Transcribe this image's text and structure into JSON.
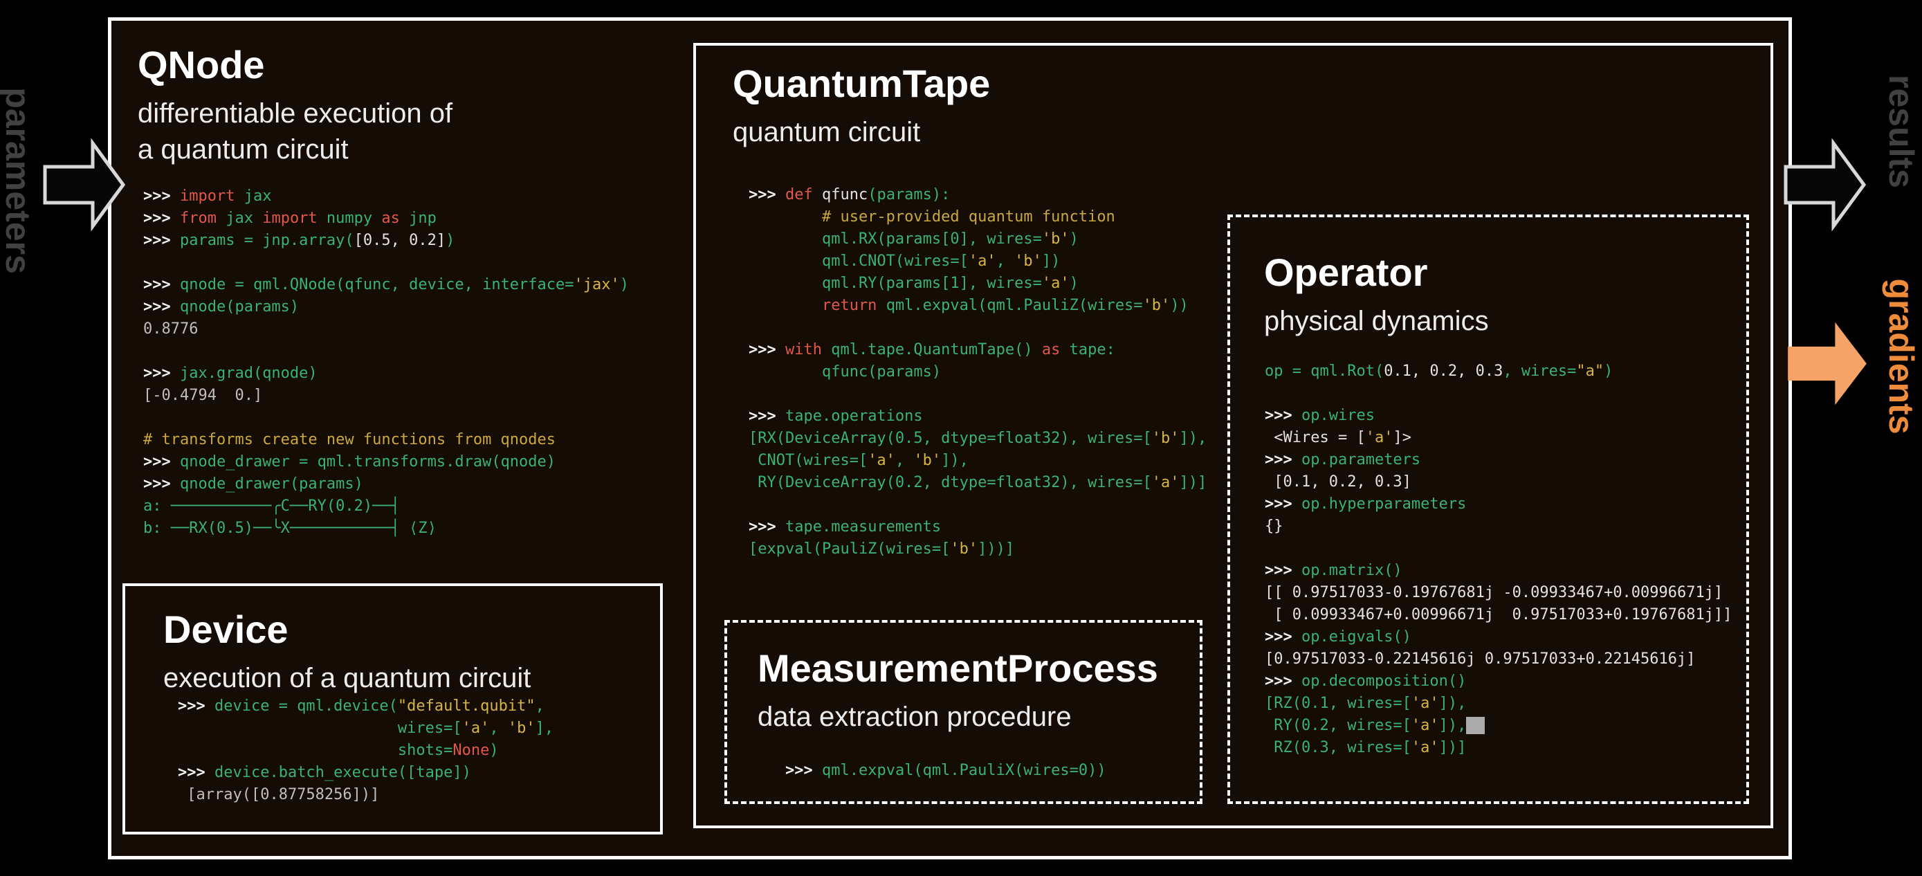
{
  "flow": {
    "parameters": "parameters",
    "results": "results",
    "gradients": "gradients"
  },
  "colors": {
    "background": "#000000",
    "panel": "#140c05",
    "border": "#ffffff",
    "muted_label": "#414141",
    "gradients_text": "#ef8c3c",
    "gradients_arrow": "#f5a366",
    "code_green": "#3bb273",
    "code_keyword": "#e0584a",
    "code_string": "#d7b544"
  },
  "qnode": {
    "title": "QNode",
    "subtitle": "differentiable execution of\na quantum circuit",
    "code": [
      [
        [
          "p",
          ">>> "
        ],
        [
          "k",
          "import"
        ],
        [
          "g",
          " jax"
        ]
      ],
      [
        [
          "p",
          ">>> "
        ],
        [
          "k",
          "from"
        ],
        [
          "g",
          " jax "
        ],
        [
          "k",
          "import"
        ],
        [
          "g",
          " numpy "
        ],
        [
          "k",
          "as"
        ],
        [
          "g",
          " jnp"
        ]
      ],
      [
        [
          "p",
          ">>> "
        ],
        [
          "g",
          "params = jnp.array("
        ],
        [
          "w",
          "[0.5, 0.2]"
        ],
        [
          "g",
          ")"
        ]
      ],
      [],
      [
        [
          "p",
          ">>> "
        ],
        [
          "g",
          "qnode = qml.QNode(qfunc, device, interface="
        ],
        [
          "s",
          "'jax'"
        ],
        [
          "g",
          ")"
        ]
      ],
      [
        [
          "p",
          ">>> "
        ],
        [
          "g",
          "qnode(params)"
        ]
      ],
      [
        [
          "o",
          "0.8776"
        ]
      ],
      [],
      [
        [
          "p",
          ">>> "
        ],
        [
          "g",
          "jax.grad(qnode)"
        ]
      ],
      [
        [
          "o",
          "[-0.4794  0.]"
        ]
      ],
      [],
      [
        [
          "c",
          "# transforms create new functions from qnodes"
        ]
      ],
      [
        [
          "p",
          ">>> "
        ],
        [
          "g",
          "qnode_drawer = qml.transforms.draw(qnode)"
        ]
      ],
      [
        [
          "p",
          ">>> "
        ],
        [
          "g",
          "qnode_drawer(params)"
        ]
      ],
      [
        [
          "g",
          "a: ───────────╭C──RY(0.2)──┤ "
        ]
      ],
      [
        [
          "g",
          "b: ──RX(0.5)──╰X───────────┤ ⟨Z⟩"
        ]
      ]
    ]
  },
  "device": {
    "title": "Device",
    "subtitle": "execution of a quantum circuit",
    "code": [
      [
        [
          "p",
          ">>> "
        ],
        [
          "g",
          "device = qml.device("
        ],
        [
          "s",
          "\"default.qubit\""
        ],
        [
          "g",
          ","
        ]
      ],
      [
        [
          "g",
          "                        wires=["
        ],
        [
          "s",
          "'a'"
        ],
        [
          "g",
          ", "
        ],
        [
          "s",
          "'b'"
        ],
        [
          "g",
          "],"
        ]
      ],
      [
        [
          "g",
          "                        shots="
        ],
        [
          "k",
          "None"
        ],
        [
          "g",
          ")"
        ]
      ],
      [
        [
          "p",
          ">>> "
        ],
        [
          "g",
          "device.batch_execute([tape])"
        ]
      ],
      [
        [
          "o",
          " [array([0.87758256])]"
        ]
      ]
    ]
  },
  "quantum_tape": {
    "title": "QuantumTape",
    "subtitle": "quantum circuit",
    "code": [
      [
        [
          "p",
          ">>> "
        ],
        [
          "k",
          "def "
        ],
        [
          "w",
          "qfunc"
        ],
        [
          "g",
          "(params):"
        ]
      ],
      [
        [
          "c",
          "        # user-provided quantum function"
        ]
      ],
      [
        [
          "g",
          "        qml.RX(params[0], wires="
        ],
        [
          "s",
          "'b'"
        ],
        [
          "g",
          ")"
        ]
      ],
      [
        [
          "g",
          "        qml.CNOT(wires=["
        ],
        [
          "s",
          "'a'"
        ],
        [
          "g",
          ", "
        ],
        [
          "s",
          "'b'"
        ],
        [
          "g",
          "])"
        ]
      ],
      [
        [
          "g",
          "        qml.RY(params[1], wires="
        ],
        [
          "s",
          "'a'"
        ],
        [
          "g",
          ")"
        ]
      ],
      [
        [
          "k",
          "        return "
        ],
        [
          "g",
          "qml.expval(qml.PauliZ(wires="
        ],
        [
          "s",
          "'b'"
        ],
        [
          "g",
          "))"
        ]
      ],
      [],
      [
        [
          "p",
          ">>> "
        ],
        [
          "k",
          "with "
        ],
        [
          "g",
          "qml.tape.QuantumTape() "
        ],
        [
          "k",
          "as "
        ],
        [
          "g",
          "tape:"
        ]
      ],
      [
        [
          "g",
          "        qfunc(params)"
        ]
      ],
      [],
      [
        [
          "p",
          ">>> "
        ],
        [
          "g",
          "tape.operations"
        ]
      ],
      [
        [
          "g",
          "[RX(DeviceArray(0.5, dtype=float32), wires=["
        ],
        [
          "s",
          "'b'"
        ],
        [
          "g",
          "]),"
        ]
      ],
      [
        [
          "g",
          " CNOT(wires=["
        ],
        [
          "s",
          "'a'"
        ],
        [
          "g",
          ", "
        ],
        [
          "s",
          "'b'"
        ],
        [
          "g",
          "]),"
        ]
      ],
      [
        [
          "g",
          " RY(DeviceArray(0.2, dtype=float32), wires=["
        ],
        [
          "s",
          "'a'"
        ],
        [
          "g",
          "])]"
        ]
      ],
      [],
      [
        [
          "p",
          ">>> "
        ],
        [
          "g",
          "tape.measurements"
        ]
      ],
      [
        [
          "g",
          "[expval(PauliZ(wires=["
        ],
        [
          "s",
          "'b'"
        ],
        [
          "g",
          "]))]"
        ]
      ]
    ]
  },
  "measurement_process": {
    "title": "MeasurementProcess",
    "subtitle": "data extraction procedure",
    "code": [
      [
        [
          "p",
          ">>> "
        ],
        [
          "g",
          "qml.expval(qml.PauliX(wires=0))"
        ]
      ]
    ]
  },
  "operator": {
    "title": "Operator",
    "subtitle": "physical dynamics",
    "code": [
      [
        [
          "g",
          "op = qml.Rot("
        ],
        [
          "w",
          "0.1, 0.2, 0.3"
        ],
        [
          "g",
          ", wires="
        ],
        [
          "s",
          "\"a\""
        ],
        [
          "g",
          ")"
        ]
      ],
      [],
      [
        [
          "p",
          ">>> "
        ],
        [
          "g",
          "op.wires"
        ]
      ],
      [
        [
          "w",
          " <Wires = ["
        ],
        [
          "s",
          "'a'"
        ],
        [
          "w",
          "]>"
        ]
      ],
      [
        [
          "p",
          ">>> "
        ],
        [
          "g",
          "op.parameters"
        ]
      ],
      [
        [
          "w",
          " [0.1, 0.2, 0.3]"
        ]
      ],
      [
        [
          "p",
          ">>> "
        ],
        [
          "g",
          "op.hyperparameters"
        ]
      ],
      [
        [
          "w",
          "{}"
        ]
      ],
      [],
      [
        [
          "p",
          ">>> "
        ],
        [
          "g",
          "op.matrix()"
        ]
      ],
      [
        [
          "w",
          "[[ 0.97517033-0.19767681j -0.09933467+0.00996671j]"
        ]
      ],
      [
        [
          "w",
          " [ 0.09933467+0.00996671j  0.97517033+0.19767681j]]"
        ]
      ],
      [
        [
          "p",
          ">>> "
        ],
        [
          "g",
          "op.eigvals()"
        ]
      ],
      [
        [
          "w",
          "[0.97517033-0.22145616j 0.97517033+0.22145616j]"
        ]
      ],
      [
        [
          "p",
          ">>> "
        ],
        [
          "g",
          "op.decomposition()"
        ]
      ],
      [
        [
          "g",
          "[RZ(0.1, wires=["
        ],
        [
          "s",
          "'a'"
        ],
        [
          "g",
          "]),"
        ]
      ],
      [
        [
          "g",
          " RY(0.2, wires=["
        ],
        [
          "s",
          "'a'"
        ],
        [
          "g",
          "]),"
        ],
        [
          "cur",
          "  "
        ]
      ],
      [
        [
          "g",
          " RZ(0.3, wires=["
        ],
        [
          "s",
          "'a'"
        ],
        [
          "g",
          "])]"
        ]
      ]
    ]
  }
}
